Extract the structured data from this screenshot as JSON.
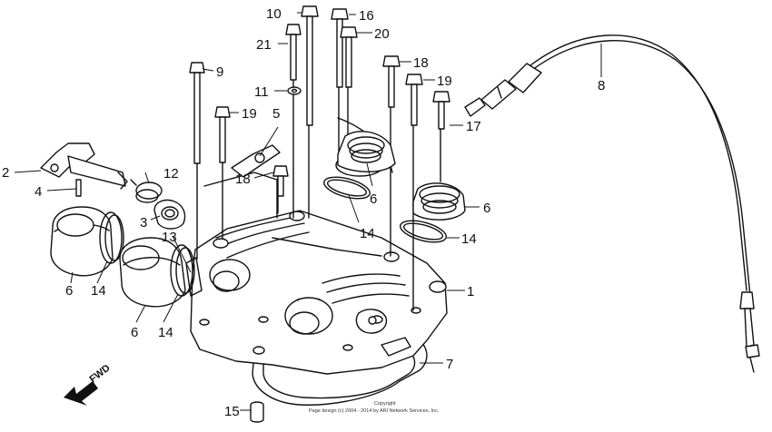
{
  "callouts": {
    "c1": "1",
    "c2": "2",
    "c3": "3",
    "c4": "4",
    "c5": "5",
    "c6a": "6",
    "c6b": "6",
    "c6c": "6",
    "c6d": "6",
    "c7": "7",
    "c8": "8",
    "c9": "9",
    "c10": "10",
    "c11": "11",
    "c12": "12",
    "c13": "13",
    "c14a": "14",
    "c14b": "14",
    "c14c": "14",
    "c14d": "14",
    "c15": "15",
    "c16": "16",
    "c17": "17",
    "c18a": "18",
    "c18b": "18",
    "c19a": "19",
    "c19b": "19",
    "c20": "20",
    "c21": "21"
  },
  "fwd_label": "FWD",
  "copyright": {
    "line1": "Copyright",
    "line2": "Page design (c) 2004 - 2014 by ARI Network Services, Inc."
  },
  "colors": {
    "ink": "#111111",
    "paper": "#ffffff"
  }
}
